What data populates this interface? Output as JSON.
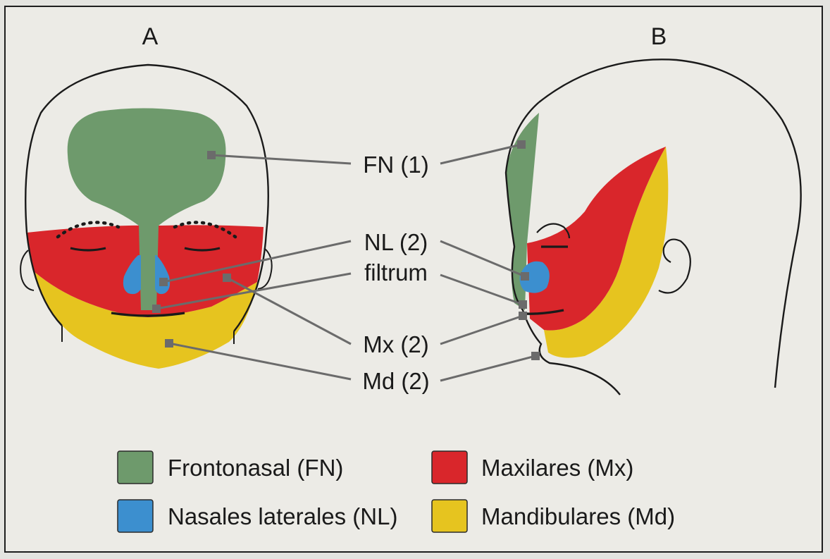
{
  "panels": {
    "a_label": "A",
    "b_label": "B"
  },
  "callouts": {
    "fn": "FN (1)",
    "nl": "NL (2)",
    "filtrum": "filtrum",
    "mx": "Mx (2)",
    "md": "Md (2)"
  },
  "legend": {
    "items": [
      {
        "label": "Frontonasal (FN)",
        "color": "#6e9a6c"
      },
      {
        "label": "Nasales laterales (NL)",
        "color": "#3c8fcf"
      },
      {
        "label": "Maxilares (Mx)",
        "color": "#d9262b"
      },
      {
        "label": "Mandibulares (Md)",
        "color": "#e6c41f"
      }
    ]
  },
  "colors": {
    "frontonasal": "#6e9a6c",
    "nasales_laterales": "#3c8fcf",
    "maxilares": "#d9262b",
    "mandibulares": "#e6c41f",
    "outline": "#1a1a1a",
    "leader": "#6b6b6b"
  }
}
